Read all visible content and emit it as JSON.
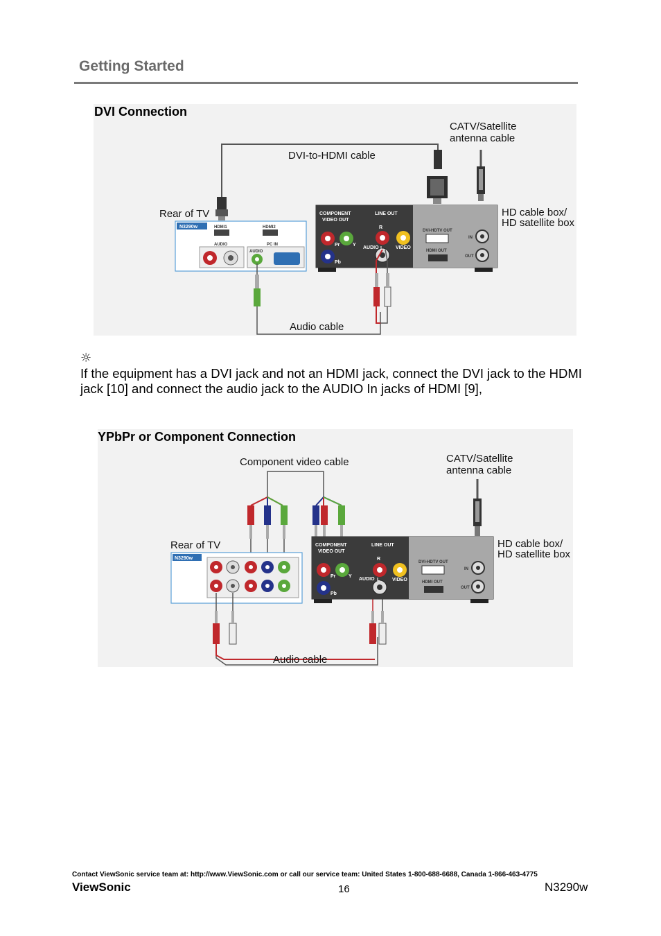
{
  "header": {
    "section_title": "Getting Started"
  },
  "dvi_diagram": {
    "heading": "DVI Connection",
    "labels": {
      "catv": [
        "CATV/Satellite",
        "antenna cable"
      ],
      "dvi_hdmi_cable": "DVI-to-HDMI cable",
      "rear_tv": "Rear of TV",
      "hd_box": [
        "HD cable box/",
        "HD satellite box"
      ],
      "audio_cable": "Audio cable"
    },
    "tv_panel": {
      "model": "N3290w",
      "hdmi1": "HDMI1",
      "hdmi2": "HDMI2",
      "audio": "AUDIO",
      "pc_in": "PC IN",
      "audio2": "AUDIO"
    },
    "box_panel": {
      "component": [
        "COMPONENT",
        "VIDEO OUT"
      ],
      "line_out": "LINE OUT",
      "dvi_out": "DVI-HDTV OUT",
      "hdmi_out": "HDMI OUT",
      "in": "IN",
      "out": "OUT",
      "pr": "Pr",
      "y": "Y",
      "pb": "Pb",
      "r": "R",
      "l": "L",
      "audio": "AUDIO",
      "video": "VIDEO"
    }
  },
  "tip": {
    "icon": "sun-icon",
    "glyph": "☼",
    "text": "If the equipment has a DVI jack and not an HDMI jack, connect the DVI jack to the HDMI jack [10] and connect the audio jack to the AUDIO In jacks of HDMI [9],"
  },
  "ypbpr_diagram": {
    "heading": "YPbPr or Component Connection",
    "labels": {
      "component_cable": "Component video cable",
      "catv": [
        "CATV/Satellite",
        "antenna cable"
      ],
      "rear_tv": "Rear of TV",
      "hd_box": [
        "HD cable box/",
        "HD satellite box"
      ],
      "audio_cable": "Audio cable"
    },
    "tv_panel": {
      "model": "N3290w"
    },
    "box_panel": {
      "component": [
        "COMPONENT",
        "VIDEO OUT"
      ],
      "line_out": "LINE OUT",
      "dvi_out": "DVI-HDTV OUT",
      "hdmi_out": "HDMI OUT",
      "in": "IN",
      "out": "OUT",
      "pr": "Pr",
      "y": "Y",
      "pb": "Pb",
      "r": "R",
      "l": "L",
      "audio": "AUDIO",
      "video": "VIDEO"
    }
  },
  "footer": {
    "contact": "Contact ViewSonic service team at: http://www.ViewSonic.com or call our service team: United States 1-800-688-6688, Canada 1-866-463-4775",
    "brand": "ViewSonic",
    "page_number": "16",
    "model": "N3290w"
  },
  "colors": {
    "cable_red": "#c0282c",
    "cable_green": "#5aa83c",
    "cable_blue": "#24328a",
    "cable_yellow": "#f0c020",
    "panel_border": "#5aa0d8",
    "box_dark": "#3b3b3b",
    "box_gray": "#9a9a9a"
  }
}
